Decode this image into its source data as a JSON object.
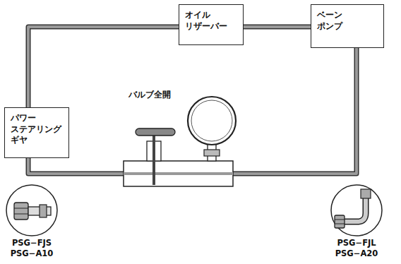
{
  "diagram": {
    "nodes": [
      {
        "text": [
          "オイル リザーバー"
        ]
      },
      {
        "text": [
          "ベーン ポンプ"
        ]
      },
      {
        "text": [
          "パワー ステアリング ギヤ"
        ]
      }
    ],
    "edges": [
      {
        "from": 2,
        "to": 0,
        "arrow": "none"
      },
      {
        "from": 0,
        "to": 1,
        "arrow": "none"
      },
      {
        "from": 1,
        "to": 2,
        "arrow": "none"
      }
    ],
    "labels": [
      "バルブ全開",
      "PSG−FJS",
      "PSG−A10",
      "PSG−FJL",
      "PSG−A20"
    ]
  }
}
